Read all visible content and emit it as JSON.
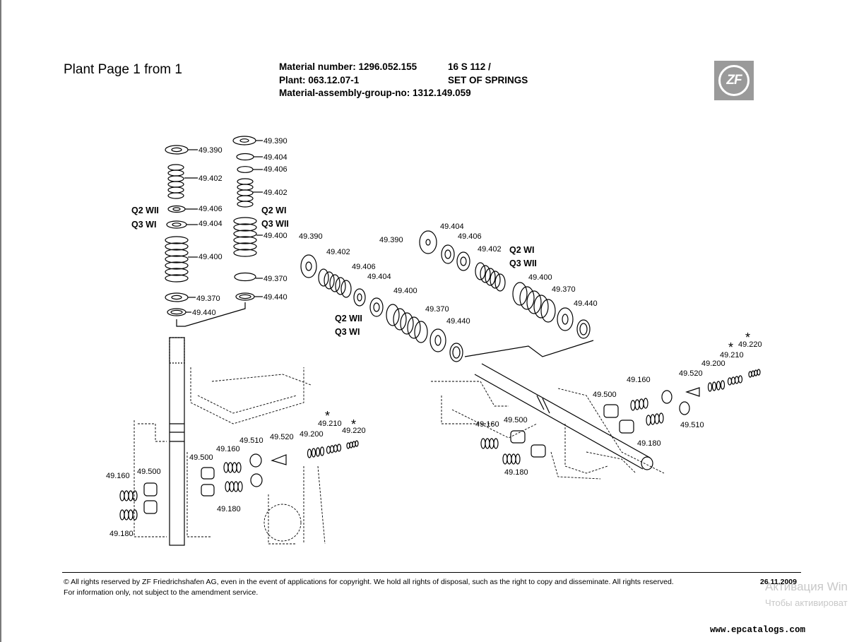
{
  "header": {
    "plant_page": "Plant Page 1 from 1",
    "material_number": "Material number: 1296.052.155",
    "plant": "Plant: 063.12.07-1",
    "assembly_group": "Material-assembly-group-no: 1312.149.059",
    "code": "16 S 112 /",
    "description": "SET OF SPRINGS"
  },
  "logo": {
    "text": "ZF",
    "color": "#9a9a9a"
  },
  "drawing": {
    "callouts": {
      "49.390": "49.390",
      "49.402": "49.402",
      "49.406": "49.406",
      "49.404": "49.404",
      "49.400": "49.400",
      "49.370": "49.370",
      "49.440": "49.440",
      "49.160": "49.160",
      "49.500": "49.500",
      "49.510": "49.510",
      "49.520": "49.520",
      "49.200": "49.200",
      "49.210": "49.210",
      "49.220": "49.220",
      "49.180": "49.180"
    },
    "variants": {
      "q2wii": "Q2 WII",
      "q3wi": "Q3 WI",
      "q2wi": "Q2 WI",
      "q3wii": "Q3 WII"
    },
    "asterisk": "*"
  },
  "footer": {
    "copyright": "© All rights reserved by ZF Friedrichshafen AG, even in the event of applications for copyright. We hold all rights of disposal, such as the right to copy and disseminate. All rights reserved.",
    "info": "For information only, not subject to the amendment service.",
    "date": "26.11.2009"
  },
  "watermark": {
    "line1": "Активация Win",
    "line2": "Чтобы активироват"
  },
  "site": "www.epcatalogs.com"
}
